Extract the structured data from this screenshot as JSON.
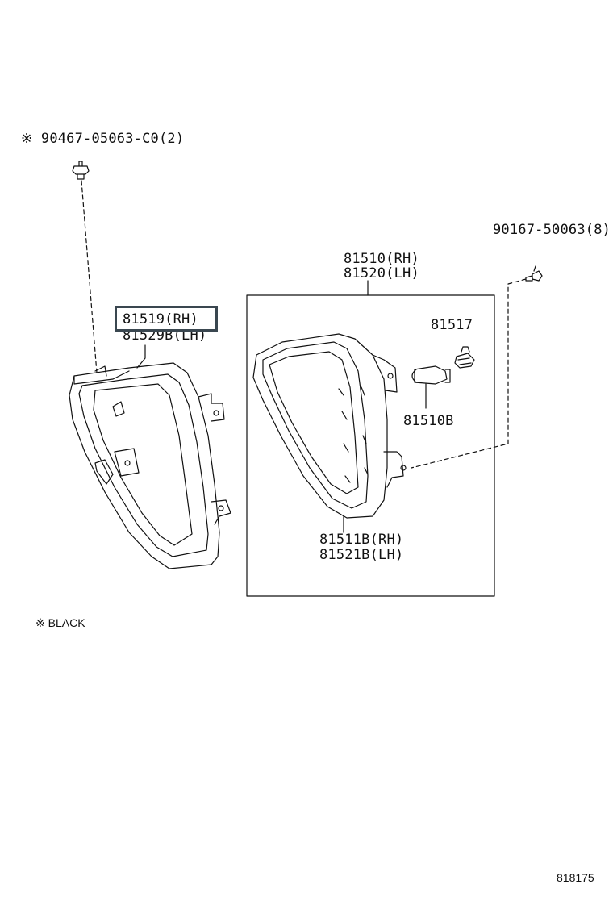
{
  "labels": {
    "clip_part": "※ 90467-05063-C0(2)",
    "screw_part": "90167-50063(8)",
    "lamp_rh": "81510(RH)",
    "lamp_lh": "81520(LH)",
    "bezel_rh": "81519(RH)",
    "bezel_lh": "81529B(LH)",
    "socket": "81517",
    "bulb": "81510B",
    "lens_rh": "81511B(RH)",
    "lens_lh": "81521B(LH)",
    "note": "※  BLACK",
    "diagram_id": "818175"
  },
  "colors": {
    "line": "#111111",
    "highlight": "#3a4750"
  }
}
